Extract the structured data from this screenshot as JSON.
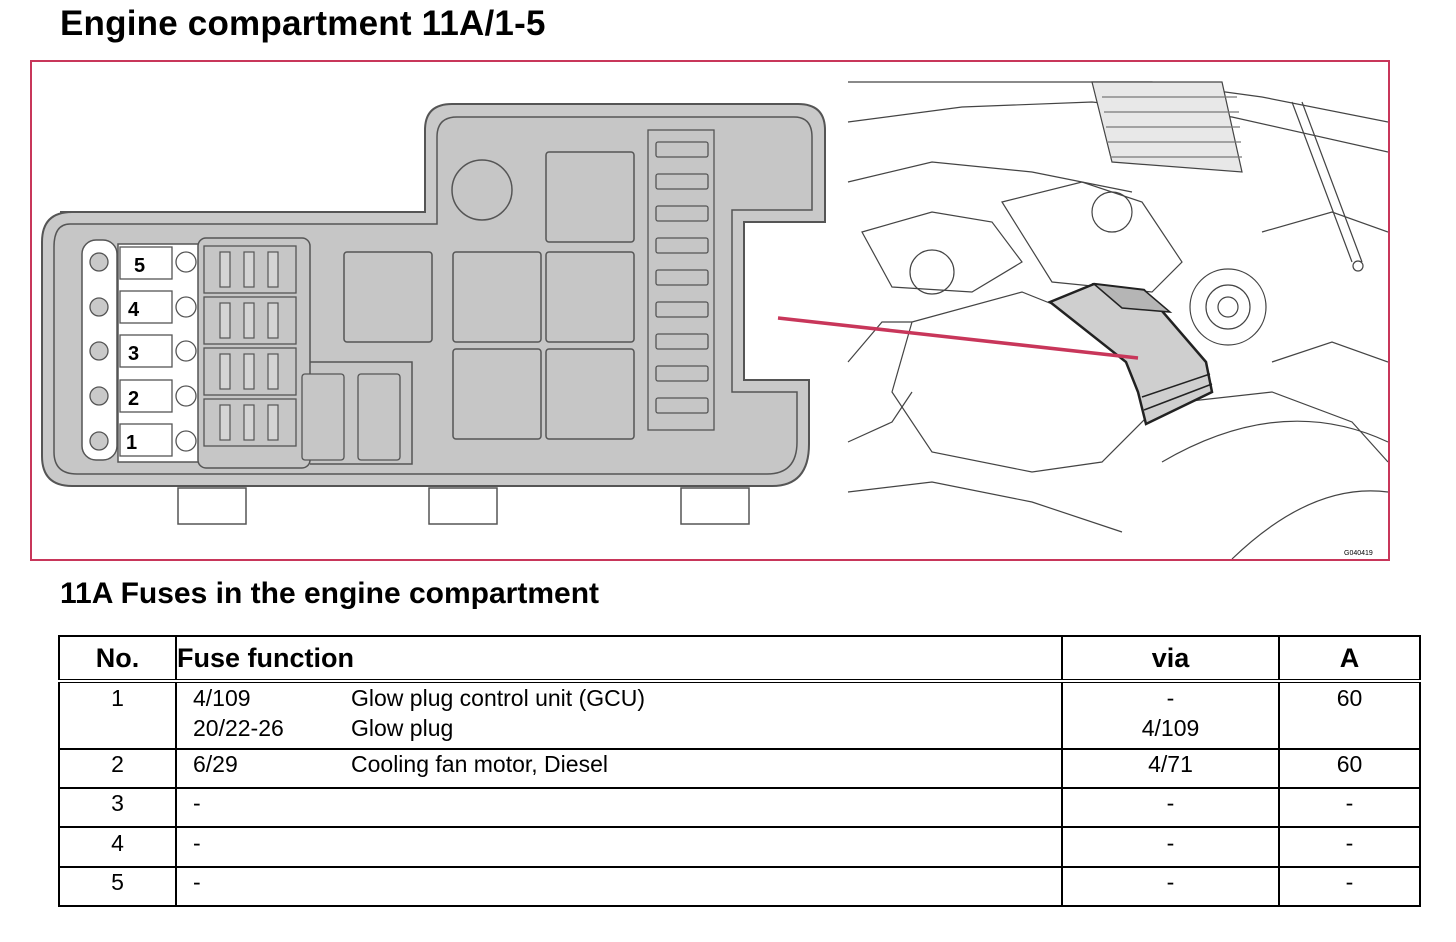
{
  "title": "Engine compartment 11A/1-5",
  "diagram": {
    "fuse_labels": [
      "5",
      "4",
      "3",
      "2",
      "1"
    ],
    "image_code": "G040419",
    "accent_color": "#c8365a"
  },
  "subtitle": "11A Fuses in the engine compartment",
  "table": {
    "headers": {
      "no": "No.",
      "function": "Fuse function",
      "via": "via",
      "a": "A"
    },
    "rows": [
      {
        "no": "1",
        "lines": [
          {
            "code": "4/109",
            "desc": "Glow plug control unit (GCU)",
            "via": "-"
          },
          {
            "code": "20/22-26",
            "desc": "Glow plug",
            "via": "4/109"
          }
        ],
        "a": "60"
      },
      {
        "no": "2",
        "lines": [
          {
            "code": "6/29",
            "desc": "Cooling fan motor, Diesel",
            "via": "4/71"
          }
        ],
        "a": "60"
      },
      {
        "no": "3",
        "lines": [
          {
            "code": "-",
            "desc": "",
            "via": "-"
          }
        ],
        "a": "-"
      },
      {
        "no": "4",
        "lines": [
          {
            "code": "-",
            "desc": "",
            "via": "-"
          }
        ],
        "a": "-"
      },
      {
        "no": "5",
        "lines": [
          {
            "code": "-",
            "desc": "",
            "via": "-"
          }
        ],
        "a": "-"
      }
    ]
  }
}
